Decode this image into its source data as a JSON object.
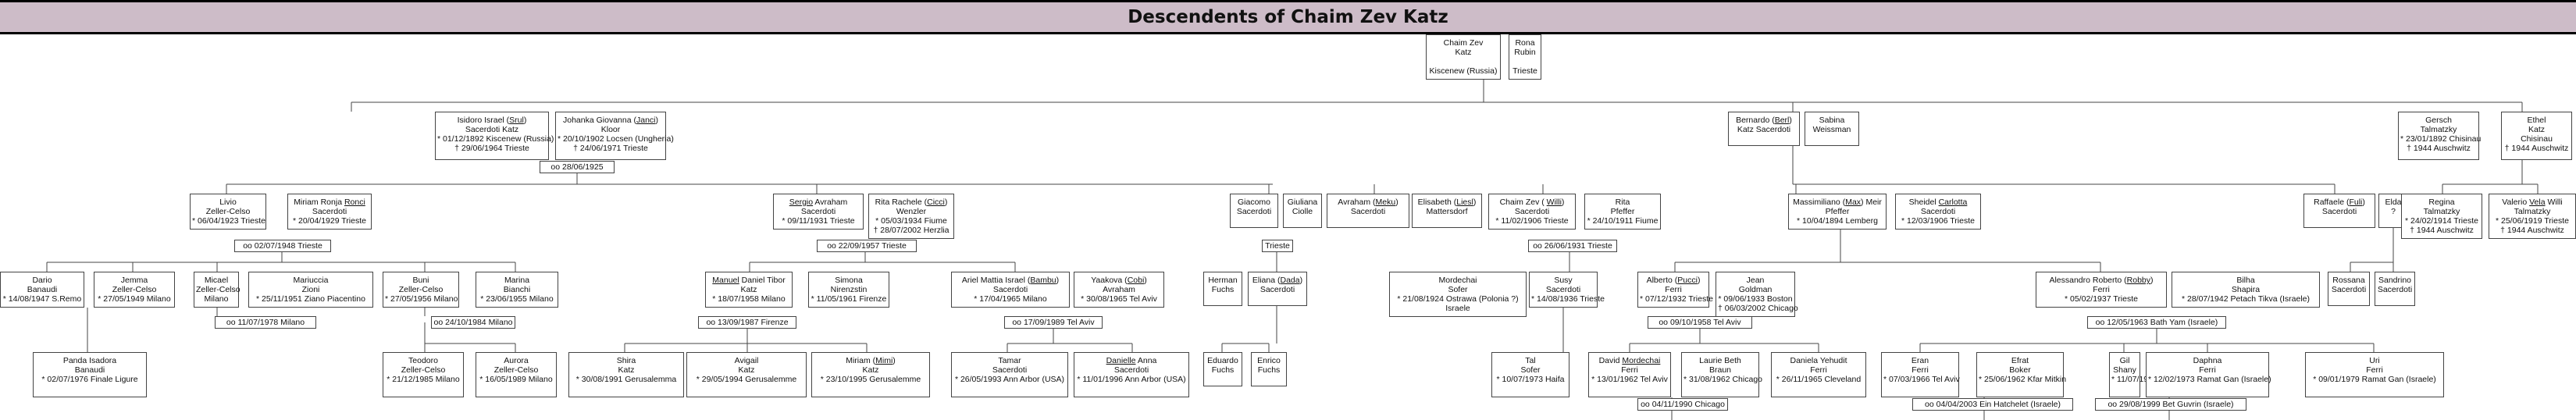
{
  "title": "Descendents of Chaim Zev Katz",
  "people": [
    {
      "id": "p1",
      "lines": [
        "Chaim Zev",
        "Katz",
        "",
        "Kiscenew (Russia)"
      ]
    },
    {
      "id": "p2",
      "lines": [
        "Rona",
        "Rubin",
        "",
        "Trieste"
      ]
    },
    {
      "id": "p3",
      "lines": [
        "Isidoro Israel (Srul)",
        "Sacerdoti Katz",
        "* 01/12/1892 Kiscenew (Russia)",
        "† 29/06/1964 Trieste"
      ]
    },
    {
      "id": "p4",
      "lines": [
        "Johanka Giovanna (Janci)",
        "Kloor",
        "* 20/10/1902 Locsen (Ungheria)",
        "† 24/06/1971 Trieste"
      ]
    },
    {
      "id": "p5",
      "lines": [
        "Bernardo (Berl)",
        "Katz Sacerdoti"
      ]
    },
    {
      "id": "p6",
      "lines": [
        "Sabina",
        "Weissman"
      ]
    },
    {
      "id": "p7",
      "lines": [
        "Gersch",
        "Talmatzky",
        "* 23/01/1892 Chisinau",
        "† 1944 Auschwitz"
      ]
    },
    {
      "id": "p8",
      "lines": [
        "Ethel",
        "Katz",
        "Chisinau",
        "† 1944 Auschwitz"
      ]
    },
    {
      "id": "p9",
      "lines": [
        "Livio",
        "Zeller-Celso",
        "* 06/04/1923 Trieste"
      ]
    },
    {
      "id": "p10",
      "lines": [
        "Miriam Ronja Ronci",
        "Sacerdoti",
        "* 20/04/1929 Trieste"
      ]
    },
    {
      "id": "p11",
      "lines": [
        "Sergio Avraham",
        "Sacerdoti",
        "* 09/11/1931 Trieste"
      ]
    },
    {
      "id": "p12",
      "lines": [
        "Rita Rachele (Cicci)",
        "Wenzler",
        "* 05/03/1934 Fiume",
        "† 28/07/2002 Herzlia"
      ]
    },
    {
      "id": "p13",
      "lines": [
        "Giacomo",
        "Sacerdoti"
      ]
    },
    {
      "id": "p14",
      "lines": [
        "Giuliana",
        "Ciolle"
      ]
    },
    {
      "id": "p15",
      "lines": [
        "Avraham (Meku)",
        "Sacerdoti"
      ]
    },
    {
      "id": "p16",
      "lines": [
        "Elisabeth (Liesl)",
        "Mattersdorf"
      ]
    },
    {
      "id": "p17",
      "lines": [
        "Chaim Zev ( Willi)",
        "Sacerdoti",
        "* 11/02/1906 Trieste"
      ]
    },
    {
      "id": "p18",
      "lines": [
        "Rita",
        "Pfeffer",
        "* 24/10/1911 Fiume"
      ]
    },
    {
      "id": "p19",
      "lines": [
        "Massimiliano (Max) Meir",
        "Pfeffer",
        "* 10/04/1894 Lemberg"
      ]
    },
    {
      "id": "p20",
      "lines": [
        "Sheidel Carlotta",
        "Sacerdoti",
        "* 12/03/1906 Trieste"
      ]
    },
    {
      "id": "p21",
      "lines": [
        "Raffaele (Fuli)",
        "Sacerdoti"
      ]
    },
    {
      "id": "p22",
      "lines": [
        "Elda",
        "?"
      ]
    },
    {
      "id": "p23",
      "lines": [
        "Regina",
        "Talmatzky",
        "* 24/02/1914 Trieste",
        "† 1944 Auschwitz"
      ]
    },
    {
      "id": "p24",
      "lines": [
        "Valerio Vela Willi",
        "Talmatzky",
        "* 25/06/1919 Trieste",
        "† 1944 Auschwitz"
      ]
    },
    {
      "id": "p25",
      "lines": [
        "Dario",
        "Banaudi",
        "* 14/08/1947 S.Remo"
      ]
    },
    {
      "id": "p26",
      "lines": [
        "Jemma",
        "Zeller-Celso",
        "* 27/05/1949 Milano"
      ]
    },
    {
      "id": "p27",
      "lines": [
        "Micael",
        "Zeller-Celso",
        "Milano"
      ]
    },
    {
      "id": "p28",
      "lines": [
        "Mariuccia",
        "Zioni",
        "* 25/11/1951 Ziano Piacentino"
      ]
    },
    {
      "id": "p29",
      "lines": [
        "Buni",
        "Zeller-Celso",
        "* 27/05/1956 Milano"
      ]
    },
    {
      "id": "p30",
      "lines": [
        "Marina",
        "Bianchi",
        "* 23/06/1955 Milano"
      ]
    },
    {
      "id": "p31",
      "lines": [
        "Manuel Daniel Tibor",
        "Katz",
        "* 18/07/1958 Milano"
      ]
    },
    {
      "id": "p32",
      "lines": [
        "Simona",
        "Nirenzstin",
        "* 11/05/1961 Firenze"
      ]
    },
    {
      "id": "p33",
      "lines": [
        "Ariel Mattia Israel (Bambu)",
        "Sacerdoti",
        "* 17/04/1965 Milano"
      ]
    },
    {
      "id": "p34",
      "lines": [
        "Yaakova (Cobi)",
        "Avraham",
        "* 30/08/1965 Tel Aviv"
      ]
    },
    {
      "id": "p35",
      "lines": [
        "Herman",
        "Fuchs"
      ]
    },
    {
      "id": "p36",
      "lines": [
        "Eliana (Dada)",
        "Sacerdoti"
      ]
    },
    {
      "id": "p37",
      "lines": [
        "Mordechai",
        "Sofer",
        "* 21/08/1924 Ostrawa (Polonia ?)",
        "Israele"
      ]
    },
    {
      "id": "p38",
      "lines": [
        "Susy",
        "Sacerdoti",
        "* 14/08/1936 Trieste"
      ]
    },
    {
      "id": "p39",
      "lines": [
        "Alberto (Pucci)",
        "Ferri",
        "* 07/12/1932 Trieste"
      ]
    },
    {
      "id": "p40",
      "lines": [
        "Jean",
        "Goldman",
        "* 09/06/1933 Boston",
        "† 06/03/2002 Chicago"
      ]
    },
    {
      "id": "p41",
      "lines": [
        "Alessandro Roberto (Robby)",
        "Ferri",
        "* 05/02/1937 Trieste"
      ]
    },
    {
      "id": "p42",
      "lines": [
        "Bilha",
        "Shapira",
        "* 28/07/1942 Petach Tikva (Israele)"
      ]
    },
    {
      "id": "p43",
      "lines": [
        "Rossana",
        "Sacerdoti"
      ]
    },
    {
      "id": "p44",
      "lines": [
        "Sandrino",
        "Sacerdoti"
      ]
    },
    {
      "id": "p45",
      "lines": [
        "Panda Isadora",
        "Banaudi",
        "* 02/07/1976 Finale Ligure"
      ]
    },
    {
      "id": "p46",
      "lines": [
        "Teodoro",
        "Zeller-Celso",
        "* 21/12/1985 Milano"
      ]
    },
    {
      "id": "p47",
      "lines": [
        "Aurora",
        "Zeller-Celso",
        "* 16/05/1989 Milano"
      ]
    },
    {
      "id": "p48",
      "lines": [
        "Shira",
        "Katz",
        "* 30/08/1991 Gerusalemma"
      ]
    },
    {
      "id": "p49",
      "lines": [
        "Avigail",
        "Katz",
        "* 29/05/1994 Gerusalemme"
      ]
    },
    {
      "id": "p50",
      "lines": [
        "Miriam (Mimi)",
        "Katz",
        "* 23/10/1995 Gerusalemme"
      ]
    },
    {
      "id": "p51",
      "lines": [
        "Tamar",
        "Sacerdoti",
        "* 26/05/1993 Ann Arbor (USA)"
      ]
    },
    {
      "id": "p52",
      "lines": [
        "Danielle Anna",
        "Sacerdoti",
        "* 11/01/1996 Ann Arbor (USA)"
      ]
    },
    {
      "id": "p53",
      "lines": [
        "Eduardo",
        "Fuchs"
      ]
    },
    {
      "id": "p54",
      "lines": [
        "Enrico",
        "Fuchs"
      ]
    },
    {
      "id": "p55",
      "lines": [
        "Tal",
        "Sofer",
        "* 10/07/1973 Haifa"
      ]
    },
    {
      "id": "p56",
      "lines": [
        "David Mordechai",
        "Ferri",
        "* 13/01/1962 Tel Aviv"
      ]
    },
    {
      "id": "p57",
      "lines": [
        "Laurie Beth",
        "Braun",
        "* 31/08/1962 Chicago"
      ]
    },
    {
      "id": "p58",
      "lines": [
        "Daniela Yehudit",
        "Ferri",
        "* 26/11/1965 Cleveland"
      ]
    },
    {
      "id": "p59",
      "lines": [
        "Eran",
        "Ferri",
        "* 07/03/1966 Tel Aviv"
      ]
    },
    {
      "id": "p60",
      "lines": [
        "Efrat",
        "Boker",
        "* 25/06/1962 Kfar Mitkin"
      ]
    },
    {
      "id": "p61",
      "lines": [
        "Gil",
        "Shany",
        "* 11/07/1971"
      ]
    },
    {
      "id": "p62",
      "lines": [
        "Daphna",
        "Ferri",
        "* 12/02/1973 Ramat Gan (Israele)"
      ]
    },
    {
      "id": "p63",
      "lines": [
        "Uri",
        "Ferri",
        "* 09/01/1979 Ramat Gan (Israele)"
      ]
    }
  ],
  "marriages": [
    {
      "id": "m1",
      "label": "oo 28/06/1925"
    },
    {
      "id": "m2",
      "label": "oo 02/07/1948 Trieste"
    },
    {
      "id": "m3",
      "label": "oo 22/09/1957 Trieste"
    },
    {
      "id": "m4",
      "label": "Trieste"
    },
    {
      "id": "m5",
      "label": "oo 26/06/1931 Trieste"
    },
    {
      "id": "m6",
      "label": "oo 11/07/1978 Milano"
    },
    {
      "id": "m7",
      "label": "oo 24/10/1984 Milano"
    },
    {
      "id": "m8",
      "label": "oo 13/09/1987 Firenze"
    },
    {
      "id": "m9",
      "label": "oo 17/09/1989 Tel Aviv"
    },
    {
      "id": "m10",
      "label": "oo 09/10/1958 Tel Aviv"
    },
    {
      "id": "m11",
      "label": "oo 12/05/1963 Bath Yam (Israele)"
    },
    {
      "id": "m12",
      "label": "oo 04/11/1990 Chicago"
    },
    {
      "id": "m13",
      "label": "oo 04/04/2003 Ein Hatchelet (Israele)"
    },
    {
      "id": "m14",
      "label": "oo 29/08/1999 Bet Guvrin (Israele)"
    }
  ]
}
